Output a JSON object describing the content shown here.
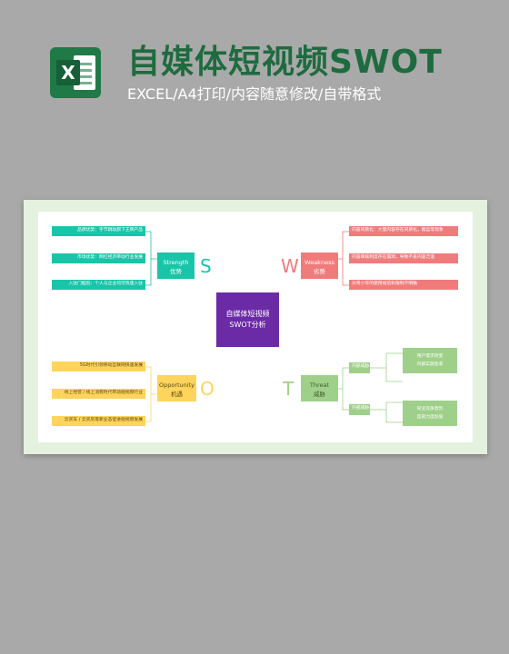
{
  "header": {
    "title": "自媒体短视频SWOT",
    "subtitle": "EXCEL/A4打印/内容随意修改/自带格式",
    "icon_letter": "X"
  },
  "diagram": {
    "center": {
      "line1": "自媒体短视频",
      "line2": "SWOT分析"
    },
    "letters": {
      "s": "S",
      "w": "W",
      "o": "O",
      "t": "T"
    },
    "strength": {
      "label1": "Strength",
      "label2": "优势",
      "items": [
        "品牌优势：字节跳动旗下王牌产品",
        "市场优势：网红经济带动行业发展",
        "入驻门槛低：个人与企业均可快速入驻"
      ]
    },
    "weakness": {
      "label1": "Weakness",
      "label2": "劣势",
      "items": [
        "内容同质化：大量内容存在同质化，搬运等现象",
        "内容审核制度存在漏洞，导致不良内容泛滥",
        "对青少年的使用规范和限制不明确"
      ]
    },
    "opportunity": {
      "label1": "Opportunity",
      "label2": "机遇",
      "items": [
        "5G时代引领移动互联网快速发展",
        "线上经营 / 线上消费时代带动短视频行业",
        "云买车 / 云买房等新业态促进短视频发展"
      ]
    },
    "threat": {
      "label1": "Threat",
      "label2": "威胁",
      "inner": "内部威胁",
      "outer": "外部威胁",
      "inner_items": [
        "用户需求转变",
        "内部实施变革"
      ],
      "outer_items": [
        "同业竞争激烈",
        "监管力度加强"
      ]
    }
  },
  "colors": {
    "strength": "#19c5a8",
    "weakness": "#f17b7b",
    "opportunity": "#ffd45c",
    "threat": "#9fd08a",
    "center": "#6b2aa6",
    "title": "#1e6b3f"
  }
}
